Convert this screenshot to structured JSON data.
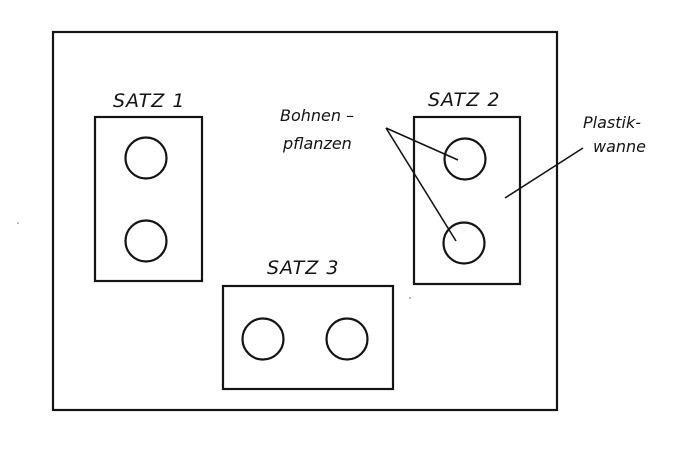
{
  "sets": [
    {
      "label": "SATZ 1",
      "plants": 2
    },
    {
      "label": "SATZ 2",
      "plants": 2
    },
    {
      "label": "SATZ 3",
      "plants": 2
    }
  ],
  "annotations": {
    "plants_line1": "Bohnen –",
    "plants_line2": "pflanzen",
    "tub_line1": "Plastik-",
    "tub_line2": "wanne"
  },
  "colors": {
    "ink": "#141414",
    "paper": "#ffffff"
  }
}
